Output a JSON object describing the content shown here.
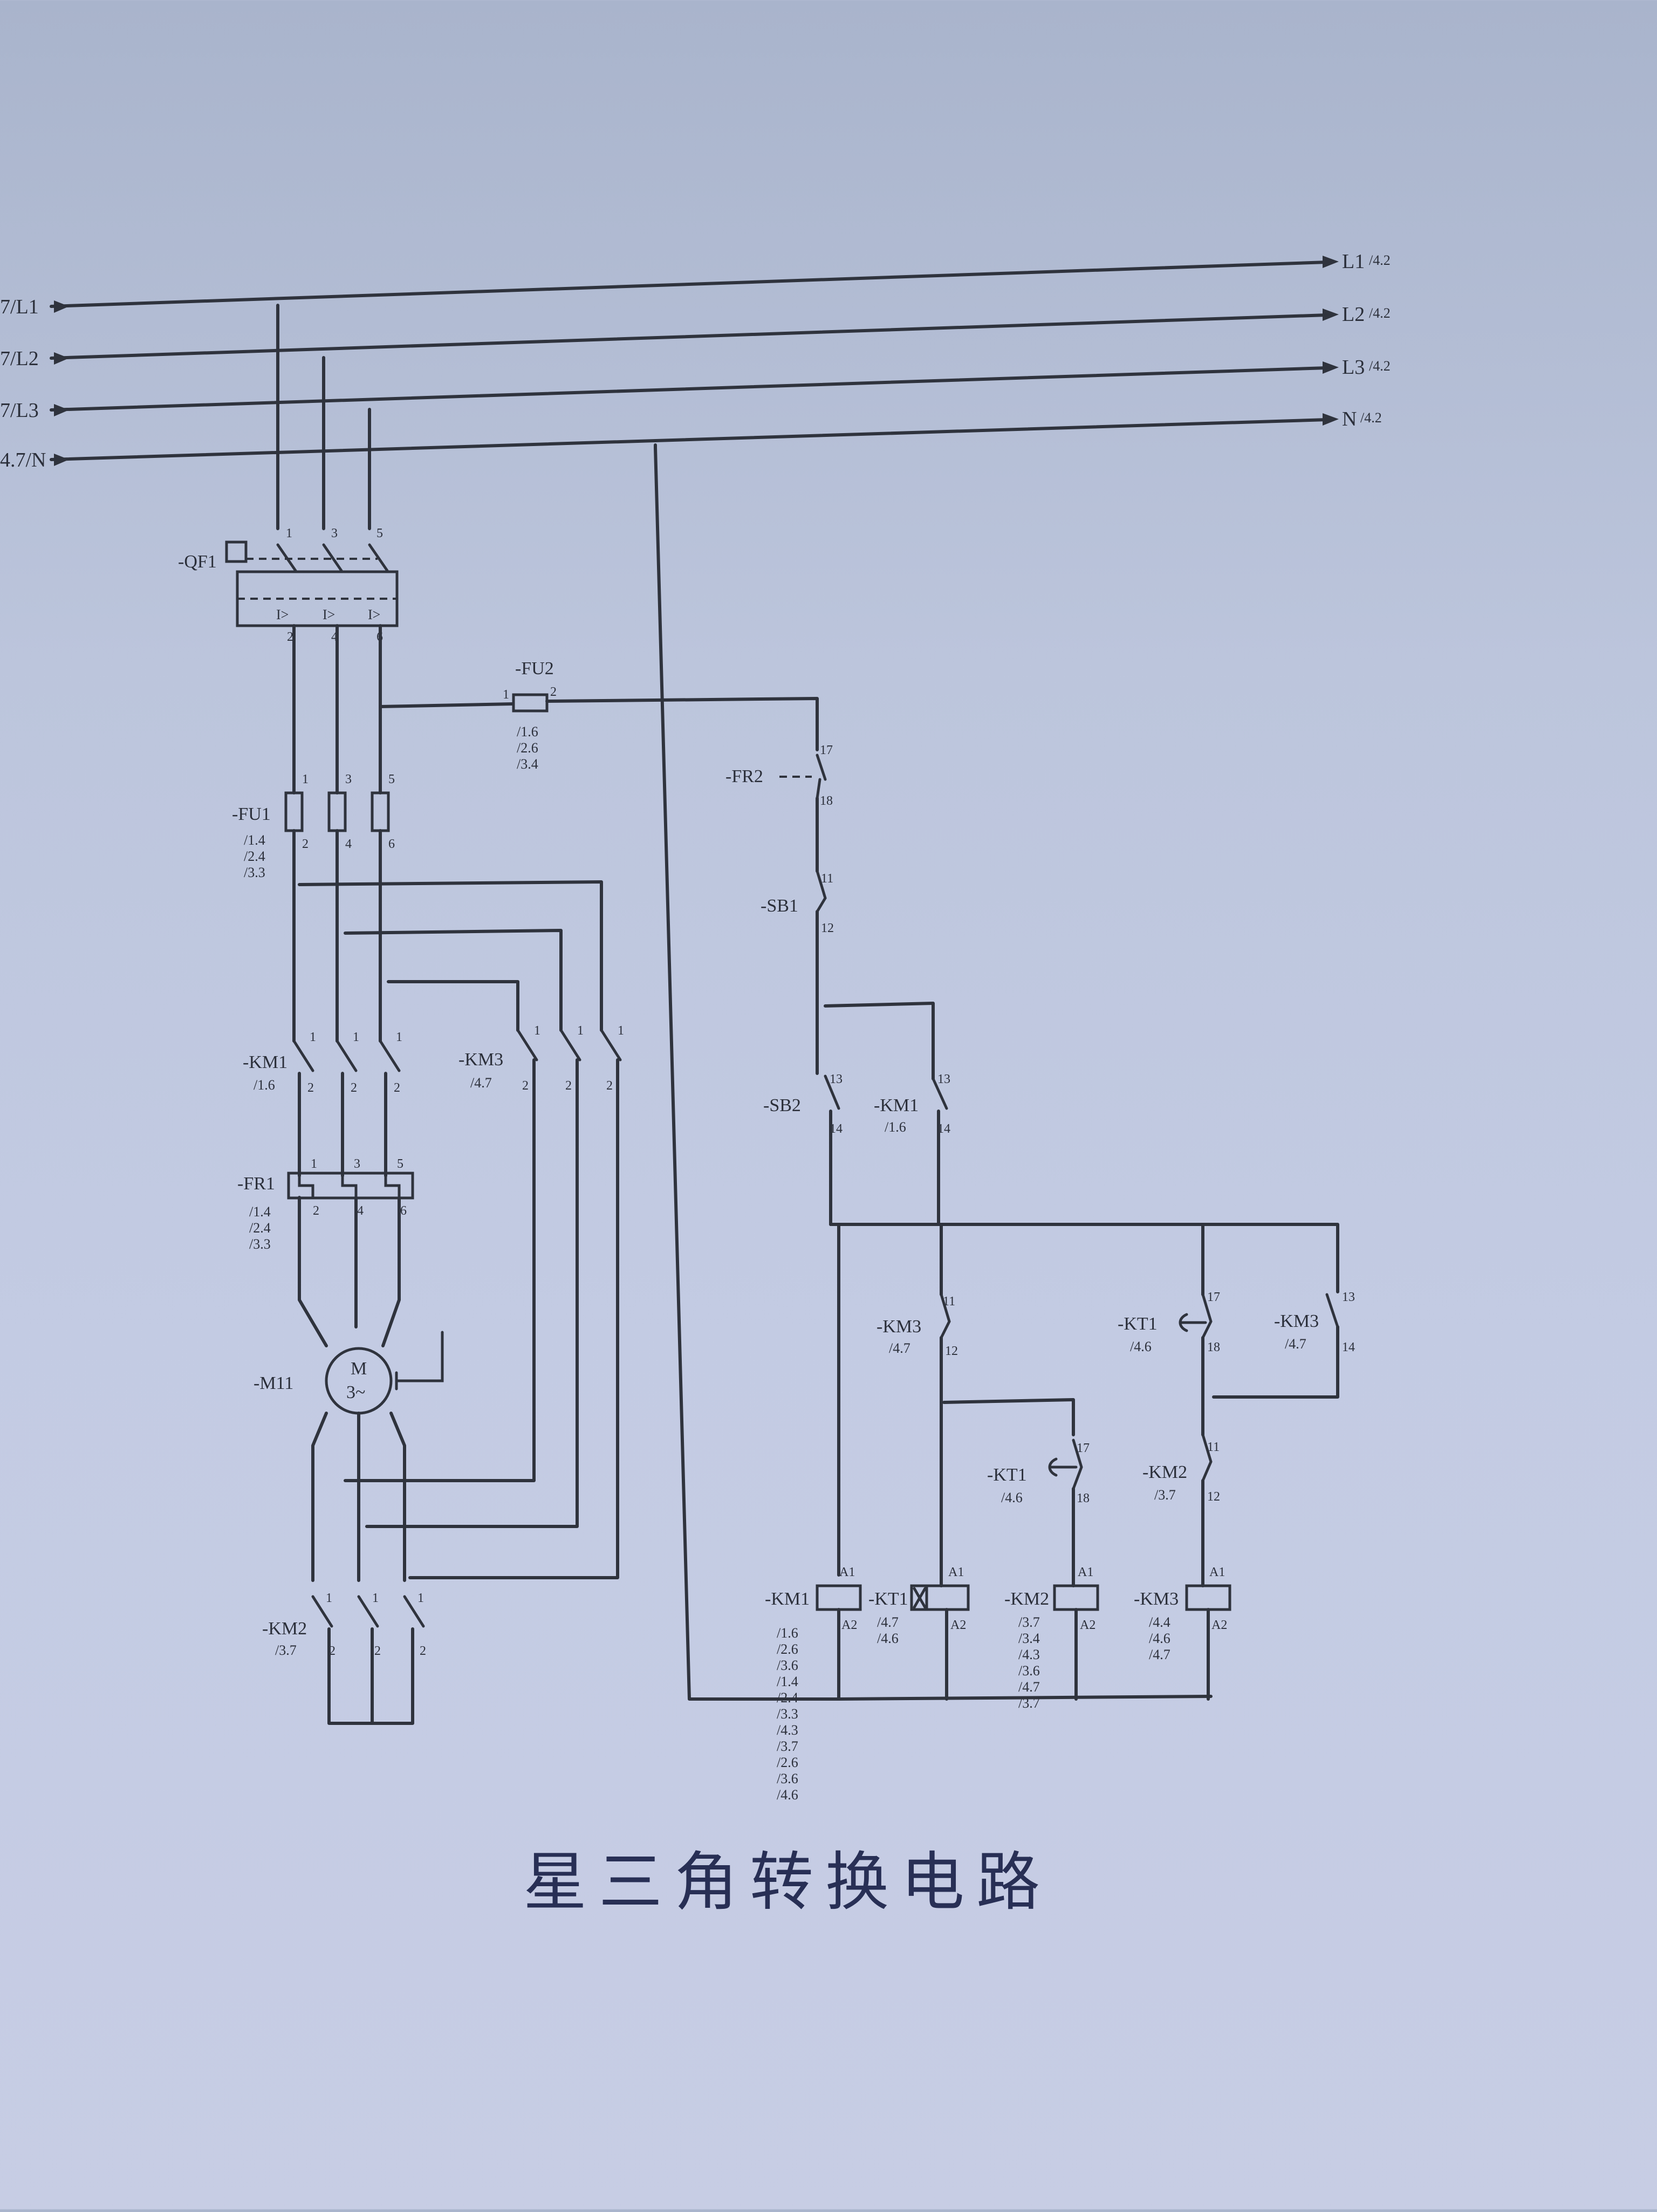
{
  "title": "星三角转换电路",
  "bus_left": {
    "l1": "7/L1",
    "l2": "7/L2",
    "l3": "7/L3",
    "n": "4.7/N"
  },
  "bus_right": {
    "l1": "L1",
    "l1_ref": "/4.2",
    "l2": "L2",
    "l2_ref": "/4.2",
    "l3": "L3",
    "l3_ref": "/4.2",
    "n": "N",
    "n_ref": "/4.2"
  },
  "power": {
    "qf1": {
      "tag": "-QF1",
      "top_pins": [
        "1",
        "3",
        "5"
      ],
      "bottom_pins": [
        "2",
        "4",
        "6"
      ],
      "trip_symbol": "I>"
    },
    "fu1": {
      "tag": "-FU1",
      "top_pins": [
        "1",
        "3",
        "5"
      ],
      "bottom_pins": [
        "2",
        "4",
        "6"
      ],
      "refs": [
        "/1.4",
        "/2.4",
        "/3.3"
      ]
    },
    "km1": {
      "tag": "-KM1",
      "ref": "/1.6",
      "top_pins": [
        "1",
        "1",
        "1"
      ],
      "bottom_pins": [
        "2",
        "2",
        "2"
      ]
    },
    "km3": {
      "tag": "-KM3",
      "ref": "/4.7",
      "top_pins": [
        "1",
        "1",
        "1"
      ],
      "bottom_pins": [
        "2",
        "2",
        "2"
      ]
    },
    "fr1": {
      "tag": "-FR1",
      "top_pins": [
        "1",
        "3",
        "5"
      ],
      "bottom_pins": [
        "2",
        "4",
        "6"
      ],
      "refs": [
        "/1.4",
        "/2.4",
        "/3.3"
      ]
    },
    "m11": {
      "tag": "-M11",
      "motor_m": "M",
      "motor_3": "3~"
    },
    "km2": {
      "tag": "-KM2",
      "ref": "/3.7",
      "top_pins": [
        "1",
        "1",
        "1"
      ],
      "bottom_pins": [
        "2",
        "2",
        "2"
      ]
    }
  },
  "control": {
    "fu2": {
      "tag": "-FU2",
      "pin_in": "1",
      "pin_out": "2",
      "refs": [
        "/1.6",
        "/2.6",
        "/3.4"
      ]
    },
    "fr2": {
      "tag": "-FR2",
      "pin_top": "17",
      "pin_bottom": "18"
    },
    "sb1": {
      "tag": "-SB1",
      "pin_top": "11",
      "pin_bottom": "12"
    },
    "sb2": {
      "tag": "-SB2",
      "pin_top": "13",
      "pin_bottom": "14"
    },
    "km1_aux": {
      "tag": "-KM1",
      "ref": "/1.6",
      "pin_top": "13",
      "pin_bottom": "14"
    },
    "km3_nc": {
      "tag": "-KM3",
      "ref": "/4.7",
      "pin_top": "11",
      "pin_bottom": "12"
    },
    "kt1_nc": {
      "tag": "-KT1",
      "ref": "/4.6",
      "pin_top": "17",
      "pin_bottom": "18"
    },
    "kt1_no": {
      "tag": "-KT1",
      "ref": "/4.6",
      "pin_top": "17",
      "pin_bottom": "18"
    },
    "km3_no": {
      "tag": "-KM3",
      "ref": "/4.7",
      "pin_top": "13",
      "pin_bottom": "14"
    },
    "km2_nc": {
      "tag": "-KM2",
      "ref": "/3.7",
      "pin_top": "11",
      "pin_bottom": "12"
    },
    "coil_km1": {
      "tag": "-KM1",
      "a1": "A1",
      "a2": "A2",
      "refs": [
        "/1.6",
        "/2.6",
        "/3.6",
        "/1.4",
        "/2.4",
        "/3.3",
        "/4.3",
        "/3.7",
        "/2.6",
        "/3.6",
        "/4.6"
      ]
    },
    "coil_kt1": {
      "tag": "-KT1",
      "a1": "A1",
      "a2": "A2",
      "refs": [
        "/4.7",
        "/4.6"
      ]
    },
    "coil_km2": {
      "tag": "-KM2",
      "a1": "A1",
      "a2": "A2",
      "refs": [
        "/3.7",
        "/3.4",
        "/4.3",
        "/3.6",
        "/4.7",
        "/3.7"
      ]
    },
    "coil_km3": {
      "tag": "-KM3",
      "a1": "A1",
      "a2": "A2",
      "refs": [
        "/4.4",
        "/4.6",
        "/4.7"
      ]
    }
  }
}
